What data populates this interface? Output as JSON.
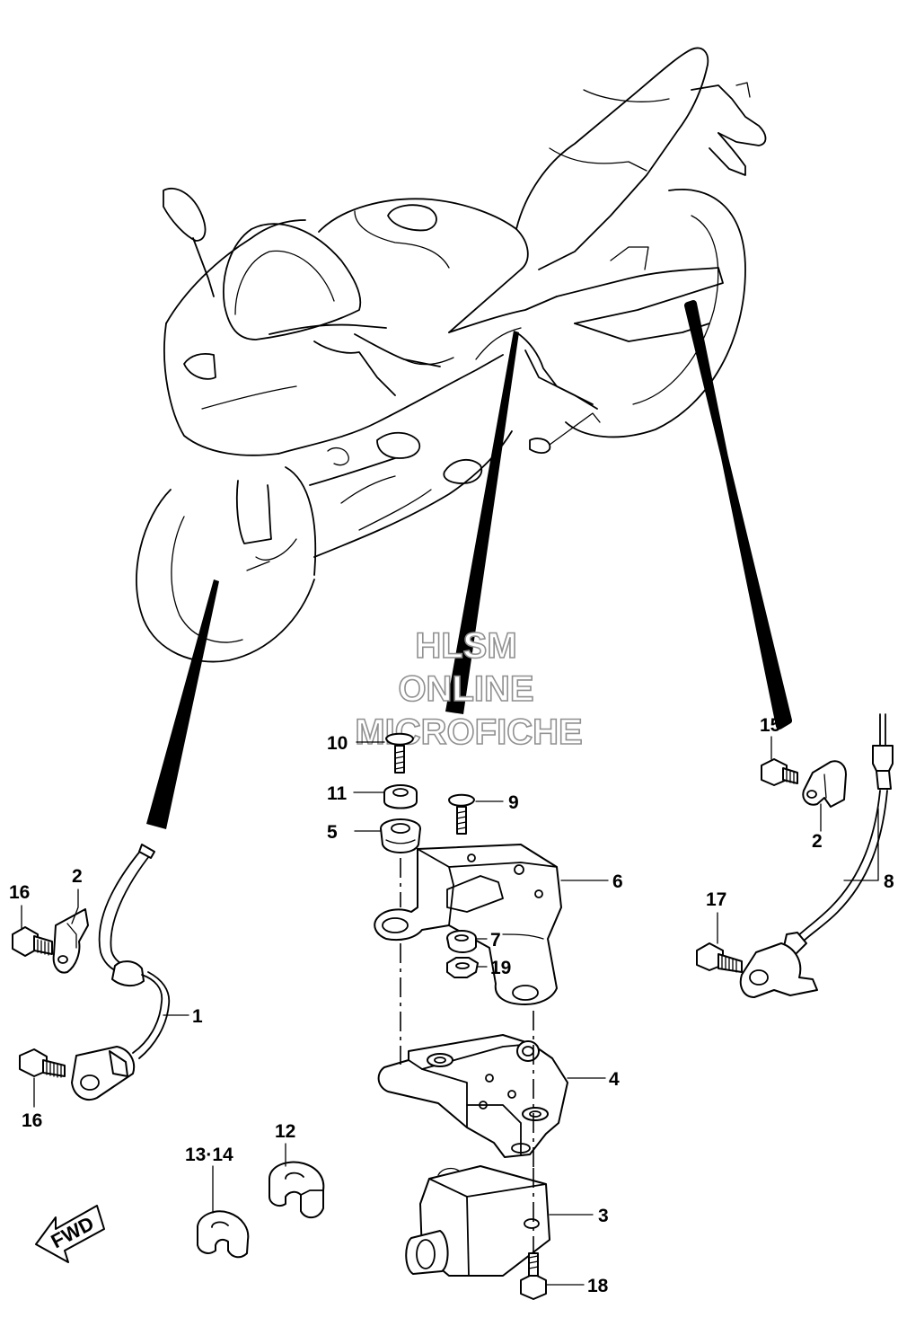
{
  "watermark": {
    "line1": "HLSM",
    "line2": "ONLINE",
    "line3": "MICROFICHE"
  },
  "fwd_label": "FWD",
  "callouts": [
    {
      "id": "c1",
      "label": "1"
    },
    {
      "id": "c2a",
      "label": "2"
    },
    {
      "id": "c2b",
      "label": "2"
    },
    {
      "id": "c3",
      "label": "3"
    },
    {
      "id": "c4",
      "label": "4"
    },
    {
      "id": "c5",
      "label": "5"
    },
    {
      "id": "c6",
      "label": "6"
    },
    {
      "id": "c7",
      "label": "7"
    },
    {
      "id": "c8",
      "label": "8"
    },
    {
      "id": "c9",
      "label": "9"
    },
    {
      "id": "c10",
      "label": "10"
    },
    {
      "id": "c11",
      "label": "11"
    },
    {
      "id": "c12",
      "label": "12"
    },
    {
      "id": "c1314",
      "label": "13·14"
    },
    {
      "id": "c15",
      "label": "15"
    },
    {
      "id": "c16a",
      "label": "16"
    },
    {
      "id": "c16b",
      "label": "16"
    },
    {
      "id": "c17",
      "label": "17"
    },
    {
      "id": "c18",
      "label": "18"
    },
    {
      "id": "c19",
      "label": "19"
    }
  ]
}
